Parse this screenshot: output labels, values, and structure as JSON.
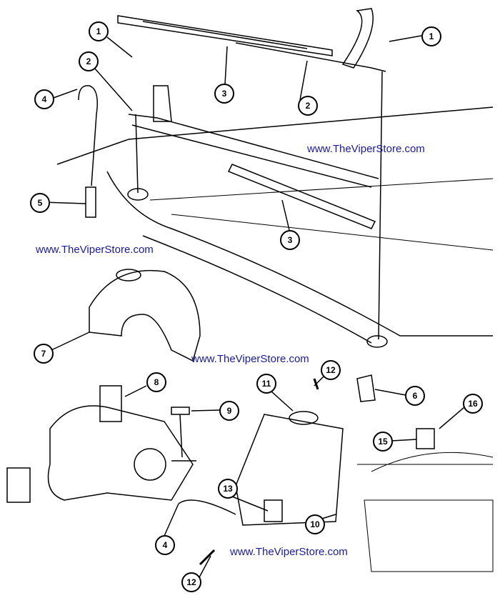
{
  "watermark_text": "www.TheViperStore.com",
  "colors": {
    "watermark": "#1a1aa0",
    "line_art": "#000000",
    "background": "#ffffff"
  },
  "callouts": [
    {
      "id": "c1a",
      "label": "1"
    },
    {
      "id": "c1b",
      "label": "1"
    },
    {
      "id": "c2a",
      "label": "2"
    },
    {
      "id": "c2b",
      "label": "2"
    },
    {
      "id": "c3a",
      "label": "3"
    },
    {
      "id": "c3b",
      "label": "3"
    },
    {
      "id": "c4a",
      "label": "4"
    },
    {
      "id": "c4b",
      "label": "4"
    },
    {
      "id": "c5",
      "label": "5"
    },
    {
      "id": "c6",
      "label": "6"
    },
    {
      "id": "c7",
      "label": "7"
    },
    {
      "id": "c8",
      "label": "8"
    },
    {
      "id": "c9",
      "label": "9"
    },
    {
      "id": "c10",
      "label": "10"
    },
    {
      "id": "c11",
      "label": "11"
    },
    {
      "id": "c12a",
      "label": "12"
    },
    {
      "id": "c12b",
      "label": "12"
    },
    {
      "id": "c13",
      "label": "13"
    },
    {
      "id": "c15",
      "label": "15"
    },
    {
      "id": "c16",
      "label": "16"
    }
  ]
}
